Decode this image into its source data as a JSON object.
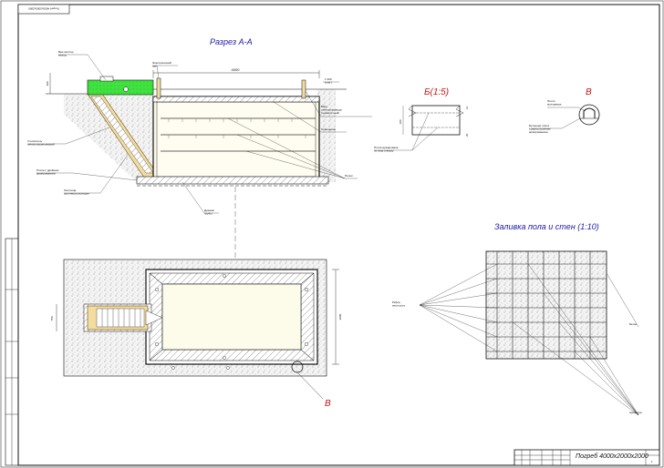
{
  "sheet": {
    "rotated_stamp": "Погреб 4000х2000х2000",
    "title_block_name": "Погреб 4000х2000х2000",
    "sheet_number": "1"
  },
  "section_aa": {
    "title": "Разрез А-А",
    "dim_width": "4000",
    "dim_left": "400",
    "dim_right_top": "± 400\n(отм.)",
    "labels": {
      "vent_outlet": "Вентилятор\nвыход",
      "electric_socket": "Электрический\nщит",
      "elec_input": "Ввод\nэлектропровода\n(гермитичный)",
      "lighting": "Освещение",
      "insulation": "Утеплитель\nпенополиуретановый",
      "plate": "Плита с двойным\nармированием",
      "waterproof": "Лестница\nпротивоскользящая",
      "shelves": "Полки",
      "drain": "Дренаж\nтрубы"
    }
  },
  "detail_b": {
    "title": "Б(1:5)",
    "dim_100": "100",
    "dim_12": "12",
    "dim_20": "20",
    "label": "Плита армирована\nпо низу и верху"
  },
  "detail_v": {
    "title": "В",
    "label_top": "Петля\nмонтажная",
    "label_bottom": "Бетонная плита\nс двухсторонним\nармированием"
  },
  "plan": {
    "mark_v": "В",
    "dim_left": "750",
    "dim_right": "2000"
  },
  "floor_detail": {
    "title": "Заливка пола и стен (1:10)",
    "label_ribs": "Ребра\nжесткости",
    "label_concrete": "Бетон",
    "label_rebar": "Арматура"
  }
}
